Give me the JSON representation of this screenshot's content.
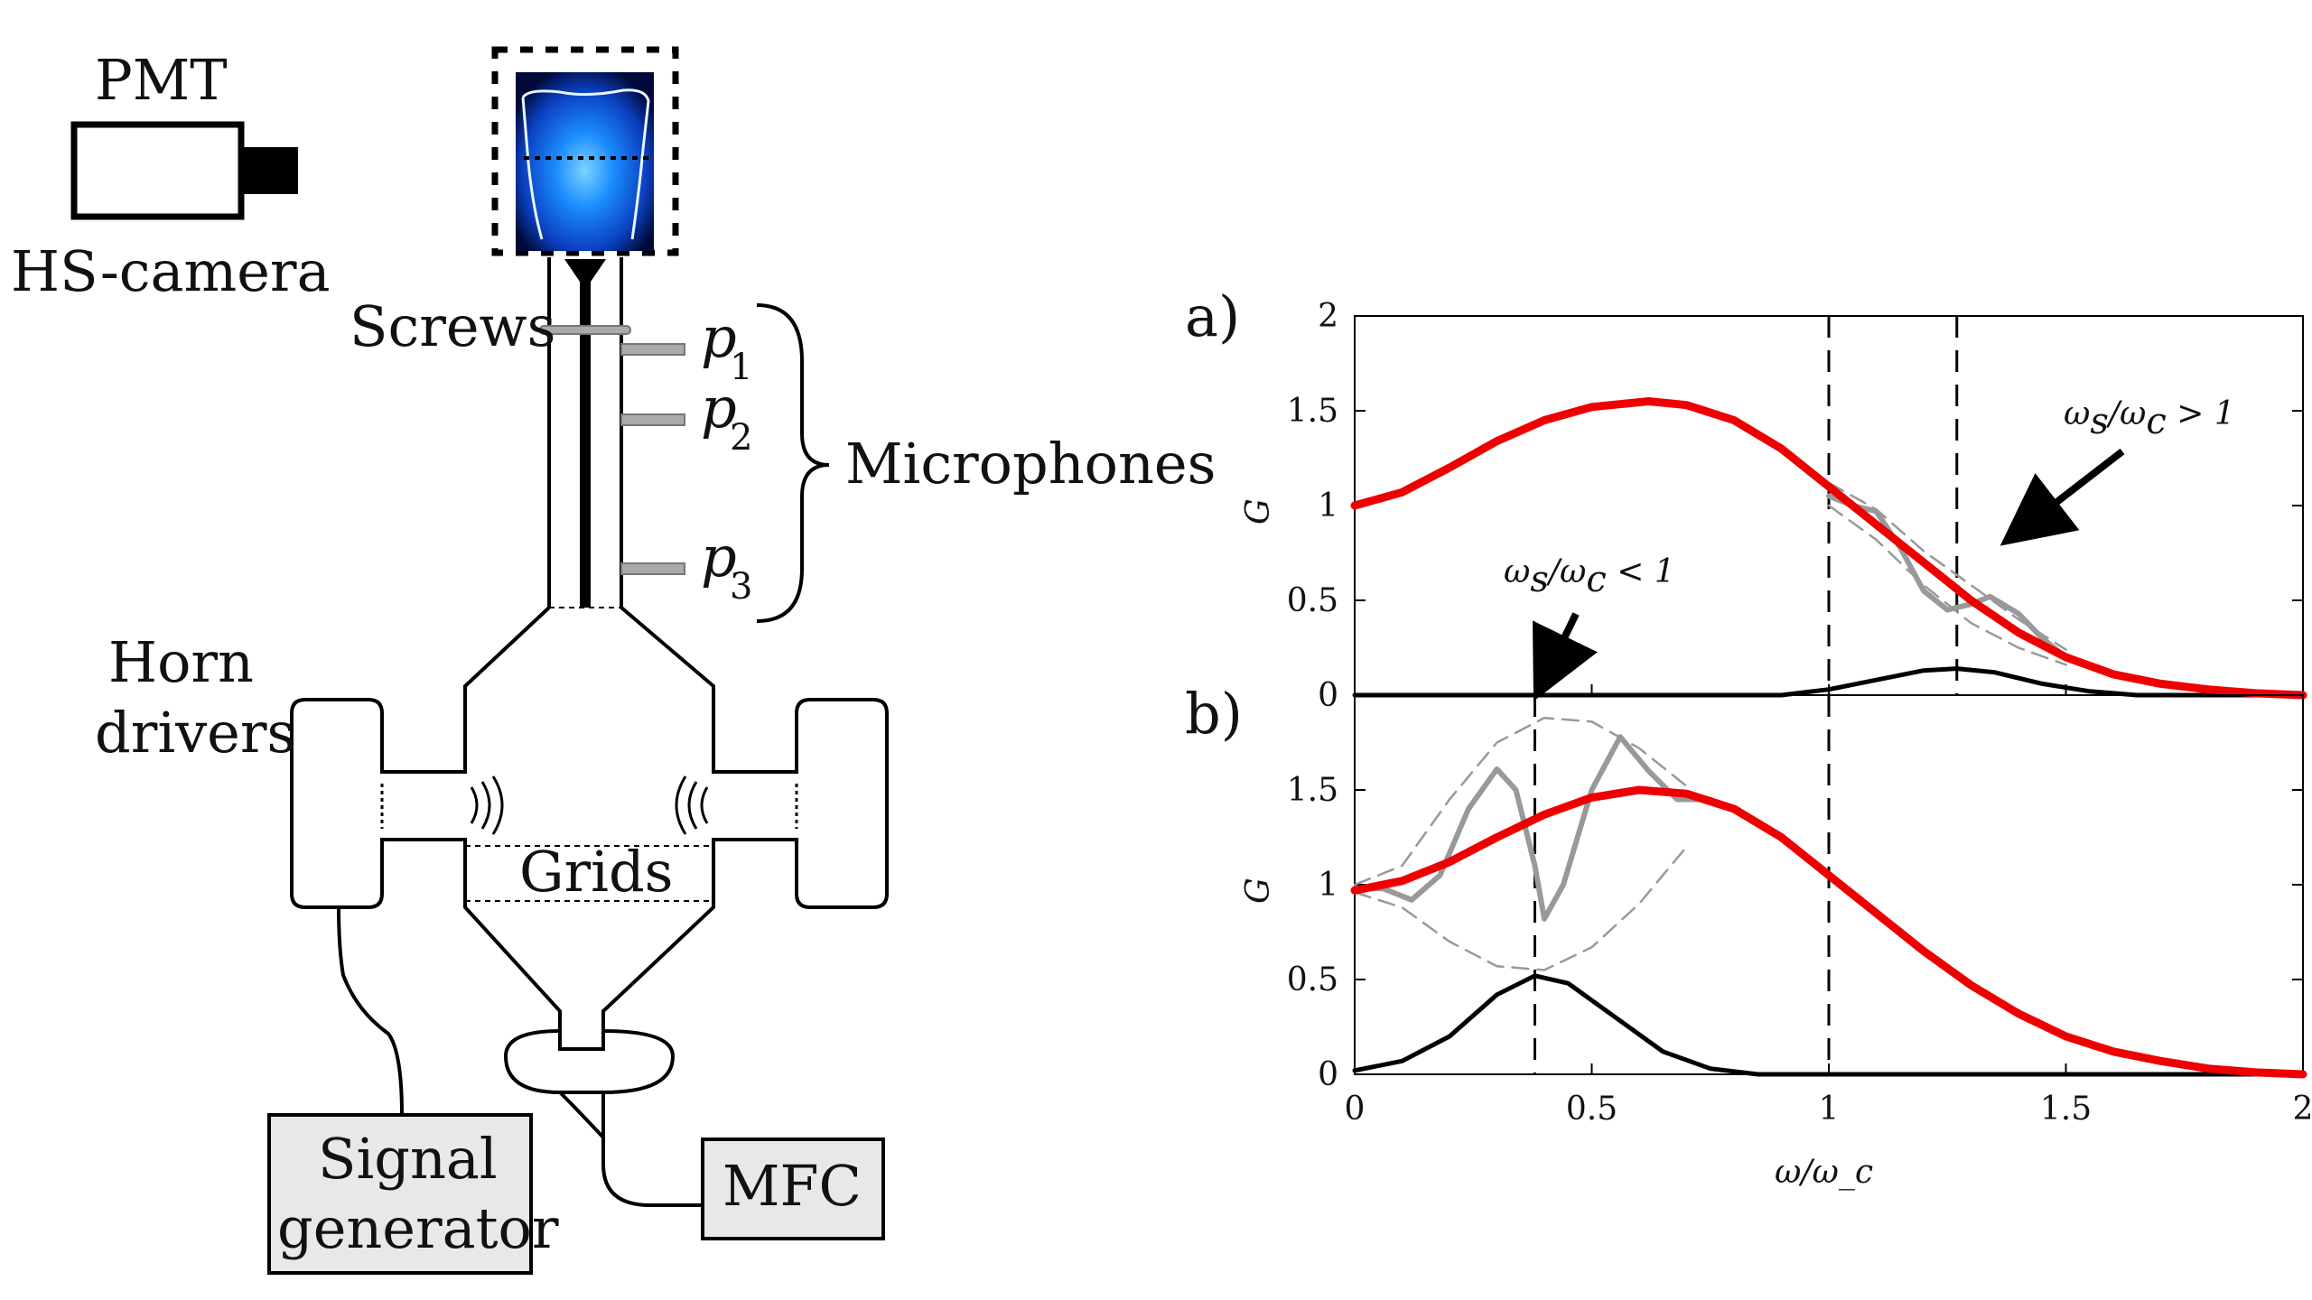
{
  "setup": {
    "pmt_label": "PMT",
    "camera_label": "HS-camera",
    "screws_label": "Screws",
    "mic_labels": [
      {
        "base": "p",
        "sub": "1"
      },
      {
        "base": "p",
        "sub": "2"
      },
      {
        "base": "p",
        "sub": "3"
      }
    ],
    "microphones_label": "Microphones",
    "horn_label_line1": "Horn",
    "horn_label_line2": "drivers",
    "grids_label": "Grids",
    "signal_label_line1": "Signal",
    "signal_label_line2": "generator",
    "mfc_label": "MFC"
  },
  "colors": {
    "red_curve": "#ee0000",
    "gray_curve": "#999999",
    "black_curve": "#000000",
    "box_fill": "#e8e8e8",
    "flame_core": "#1a8cff",
    "flame_bg": "#000a3a"
  },
  "chart_data": [
    {
      "type": "line",
      "panel_label": "a)",
      "ylabel": "G",
      "xlim": [
        0,
        2
      ],
      "ylim": [
        0,
        2
      ],
      "yticks": [
        "0",
        "0.5",
        "1",
        "1.5",
        "2"
      ],
      "vlines": [
        1.0,
        1.27
      ],
      "annotation": {
        "base": "ω",
        "sub1": "s",
        "sep": "/ω",
        "sub2": "c",
        "rel": " > 1"
      },
      "series": [
        {
          "color": "red",
          "points": [
            [
              0,
              1.0
            ],
            [
              0.1,
              1.07
            ],
            [
              0.2,
              1.2
            ],
            [
              0.3,
              1.34
            ],
            [
              0.4,
              1.45
            ],
            [
              0.5,
              1.52
            ],
            [
              0.62,
              1.55
            ],
            [
              0.7,
              1.53
            ],
            [
              0.8,
              1.45
            ],
            [
              0.9,
              1.3
            ],
            [
              1.0,
              1.1
            ],
            [
              1.1,
              0.9
            ],
            [
              1.2,
              0.7
            ],
            [
              1.3,
              0.5
            ],
            [
              1.4,
              0.33
            ],
            [
              1.5,
              0.2
            ],
            [
              1.6,
              0.11
            ],
            [
              1.7,
              0.06
            ],
            [
              1.8,
              0.03
            ],
            [
              1.9,
              0.01
            ],
            [
              2.0,
              0.0
            ]
          ]
        },
        {
          "color": "gray",
          "points": [
            [
              1.0,
              1.05
            ],
            [
              1.05,
              1.0
            ],
            [
              1.1,
              0.97
            ],
            [
              1.15,
              0.78
            ],
            [
              1.2,
              0.55
            ],
            [
              1.25,
              0.45
            ],
            [
              1.3,
              0.48
            ],
            [
              1.34,
              0.52
            ],
            [
              1.4,
              0.43
            ],
            [
              1.45,
              0.3
            ],
            [
              1.5,
              0.2
            ]
          ]
        },
        {
          "color": "gray-dashed",
          "points": [
            [
              1.0,
              1.12
            ],
            [
              1.1,
              0.98
            ],
            [
              1.2,
              0.76
            ],
            [
              1.3,
              0.58
            ],
            [
              1.4,
              0.4
            ],
            [
              1.5,
              0.24
            ]
          ]
        },
        {
          "color": "gray-dashed",
          "points": [
            [
              1.0,
              1.0
            ],
            [
              1.1,
              0.82
            ],
            [
              1.2,
              0.58
            ],
            [
              1.3,
              0.38
            ],
            [
              1.4,
              0.25
            ],
            [
              1.5,
              0.16
            ]
          ]
        },
        {
          "color": "black",
          "points": [
            [
              0,
              0
            ],
            [
              0.9,
              0.0
            ],
            [
              1.0,
              0.03
            ],
            [
              1.1,
              0.08
            ],
            [
              1.2,
              0.13
            ],
            [
              1.27,
              0.14
            ],
            [
              1.35,
              0.12
            ],
            [
              1.45,
              0.06
            ],
            [
              1.55,
              0.02
            ],
            [
              1.65,
              0.0
            ],
            [
              2.0,
              0.0
            ]
          ]
        }
      ]
    },
    {
      "type": "line",
      "panel_label": "b)",
      "ylabel": "G",
      "xlabel": "ω/ω_c",
      "xlim": [
        0,
        2
      ],
      "ylim": [
        0,
        2
      ],
      "xticks": [
        "0",
        "0.5",
        "1",
        "1.5",
        "2"
      ],
      "yticks": [
        "0",
        "0.5",
        "1",
        "1.5"
      ],
      "vlines": [
        0.38,
        1.0
      ],
      "annotation": {
        "base": "ω",
        "sub1": "s",
        "sep": "/ω",
        "sub2": "c",
        "rel": " < 1"
      },
      "series": [
        {
          "color": "red",
          "points": [
            [
              0,
              0.97
            ],
            [
              0.1,
              1.02
            ],
            [
              0.2,
              1.12
            ],
            [
              0.3,
              1.25
            ],
            [
              0.4,
              1.37
            ],
            [
              0.5,
              1.46
            ],
            [
              0.6,
              1.5
            ],
            [
              0.7,
              1.48
            ],
            [
              0.8,
              1.4
            ],
            [
              0.9,
              1.25
            ],
            [
              1.0,
              1.05
            ],
            [
              1.1,
              0.85
            ],
            [
              1.2,
              0.65
            ],
            [
              1.3,
              0.47
            ],
            [
              1.4,
              0.32
            ],
            [
              1.5,
              0.2
            ],
            [
              1.6,
              0.12
            ],
            [
              1.7,
              0.07
            ],
            [
              1.8,
              0.03
            ],
            [
              1.9,
              0.01
            ],
            [
              2.0,
              0.0
            ]
          ]
        },
        {
          "color": "gray",
          "points": [
            [
              0,
              0.98
            ],
            [
              0.06,
              0.98
            ],
            [
              0.12,
              0.92
            ],
            [
              0.18,
              1.05
            ],
            [
              0.24,
              1.4
            ],
            [
              0.3,
              1.61
            ],
            [
              0.34,
              1.5
            ],
            [
              0.38,
              1.1
            ],
            [
              0.4,
              0.82
            ],
            [
              0.44,
              1.0
            ],
            [
              0.5,
              1.5
            ],
            [
              0.56,
              1.78
            ],
            [
              0.62,
              1.6
            ],
            [
              0.68,
              1.45
            ],
            [
              0.75,
              1.45
            ]
          ]
        },
        {
          "color": "gray-dashed",
          "points": [
            [
              0,
              1.0
            ],
            [
              0.1,
              1.1
            ],
            [
              0.2,
              1.45
            ],
            [
              0.3,
              1.75
            ],
            [
              0.4,
              1.88
            ],
            [
              0.5,
              1.86
            ],
            [
              0.6,
              1.72
            ],
            [
              0.7,
              1.52
            ]
          ]
        },
        {
          "color": "gray-dashed",
          "points": [
            [
              0,
              0.96
            ],
            [
              0.1,
              0.88
            ],
            [
              0.2,
              0.7
            ],
            [
              0.3,
              0.57
            ],
            [
              0.4,
              0.55
            ],
            [
              0.5,
              0.67
            ],
            [
              0.6,
              0.9
            ],
            [
              0.7,
              1.2
            ]
          ]
        },
        {
          "color": "black",
          "points": [
            [
              0,
              0.02
            ],
            [
              0.1,
              0.07
            ],
            [
              0.2,
              0.2
            ],
            [
              0.3,
              0.42
            ],
            [
              0.38,
              0.52
            ],
            [
              0.45,
              0.48
            ],
            [
              0.55,
              0.3
            ],
            [
              0.65,
              0.12
            ],
            [
              0.75,
              0.03
            ],
            [
              0.85,
              0.0
            ],
            [
              2.0,
              0.0
            ]
          ]
        }
      ]
    }
  ]
}
